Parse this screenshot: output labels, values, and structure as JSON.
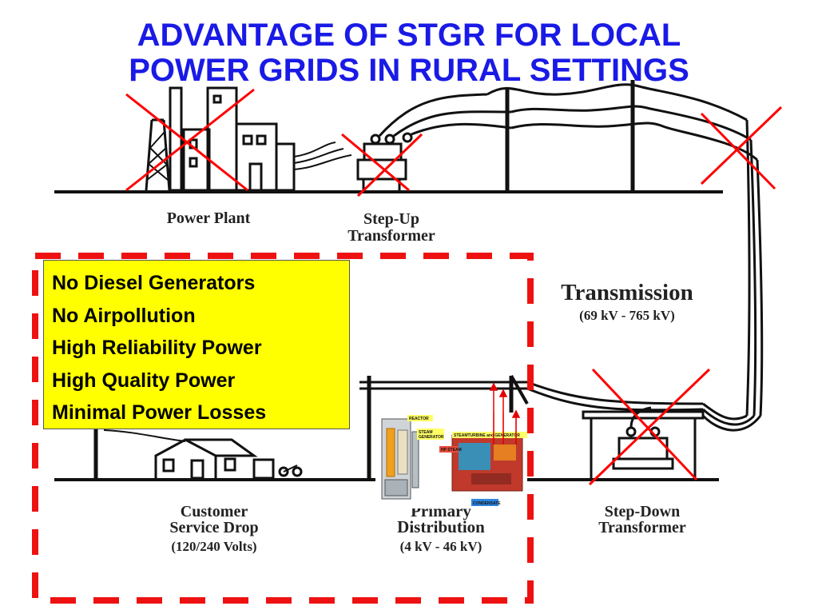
{
  "title": {
    "line1": "ADVANTAGE OF STGR FOR LOCAL",
    "line2": "POWER GRIDS IN RURAL SETTINGS"
  },
  "diagram_labels": {
    "power_plant": "Power  Plant",
    "step_up_1": "Step-Up",
    "step_up_2": "Transformer",
    "transmission_1": "Transmission",
    "transmission_2": "(69  kV  -  765  kV)",
    "customer_1": "Customer",
    "customer_2": "Service  Drop",
    "customer_3": "(120/240  Volts)",
    "primary_1": "Primary",
    "primary_2": "Distribution",
    "primary_3": "(4  kV  -  46  kV)",
    "step_down_1": "Step-Down",
    "step_down_2": "Transformer"
  },
  "advantages": [
    "No Diesel Generators",
    "No Airpollution",
    "High Reliability Power",
    "High Quality Power",
    "Minimal Power Losses"
  ],
  "inset_labels": {
    "reactor": "REACTOR",
    "steam_generator_1": "STEAM",
    "steam_generator_2": "GENERATOR",
    "turbine": "STEAMTURBINE and GENERATOR",
    "hp_steam": "HP STEAM",
    "condensate": "CONDENSATE"
  },
  "colors": {
    "title": "#1a1ae6",
    "cross": "#ff0000",
    "dashed_border": "#ee1111",
    "advantage_box": "#ffff00"
  }
}
